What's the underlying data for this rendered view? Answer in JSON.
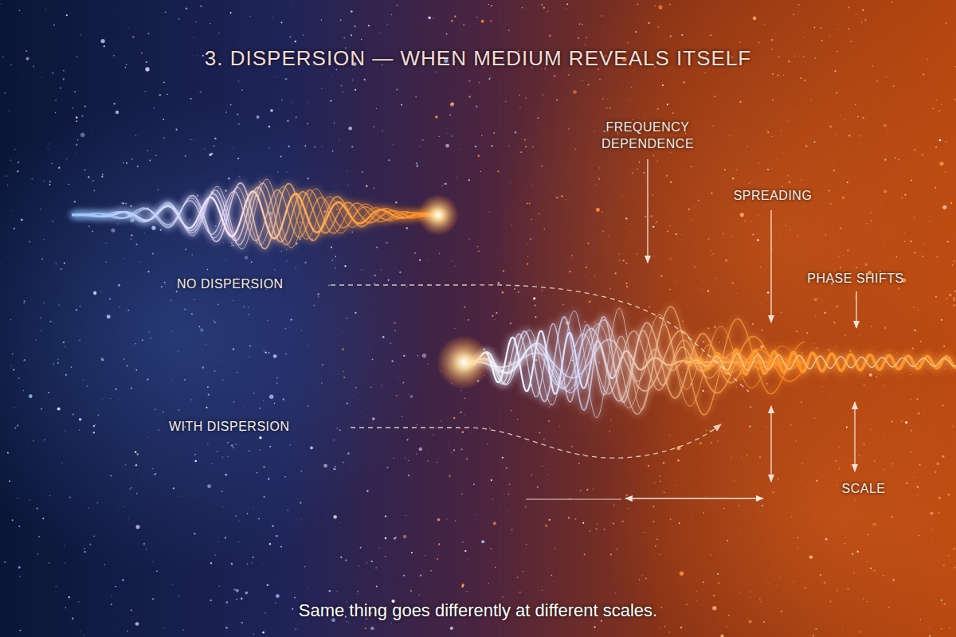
{
  "diagram": {
    "title": "3. DISPERSION — WHEN MEDIUM REVEALS ITSELF",
    "caption": "Same thing goes differently at different scales.",
    "labels": [
      "FREQUENCY DEPENDENCE",
      "SPREADING",
      "PHASE SHIFTS",
      "NO DISPERSION",
      "WITH DISPERSION",
      "SCALE"
    ]
  }
}
